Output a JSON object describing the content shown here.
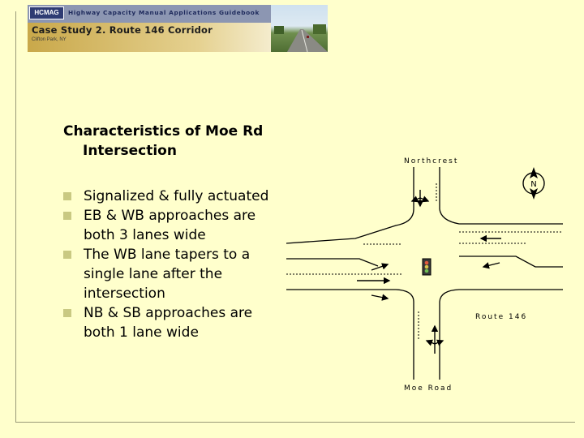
{
  "banner": {
    "logo": "HCMAG",
    "guidebook_title": "Highway Capacity Manual Applications Guidebook",
    "case_study": "Case Study 2. Route 146 Corridor",
    "location": "Clifton Park, NY"
  },
  "slide": {
    "title_line1": "Characteristics of Moe Rd",
    "title_line2": "Intersection",
    "bullets": [
      {
        "line1": "Signalized & fully actuated"
      },
      {
        "line1": "EB & WB approaches are",
        "line2": "both 3 lanes wide"
      },
      {
        "line1": "The WB lane tapers to a",
        "line2": "single lane after the",
        "line3": "intersection"
      },
      {
        "line1": "NB & SB approaches are",
        "line2": "both 1 lane wide"
      }
    ]
  },
  "diagram": {
    "north_label": "Northcrest",
    "east_label": "Route 146",
    "south_label": "Moe Road",
    "north_arrow_letter": "N"
  },
  "colors": {
    "background": "#ffffcc",
    "frame": "#9a9a78",
    "bullet": "#c9c982",
    "banner_band": "#8c96b2",
    "banner_gold": "#c9a84a"
  }
}
